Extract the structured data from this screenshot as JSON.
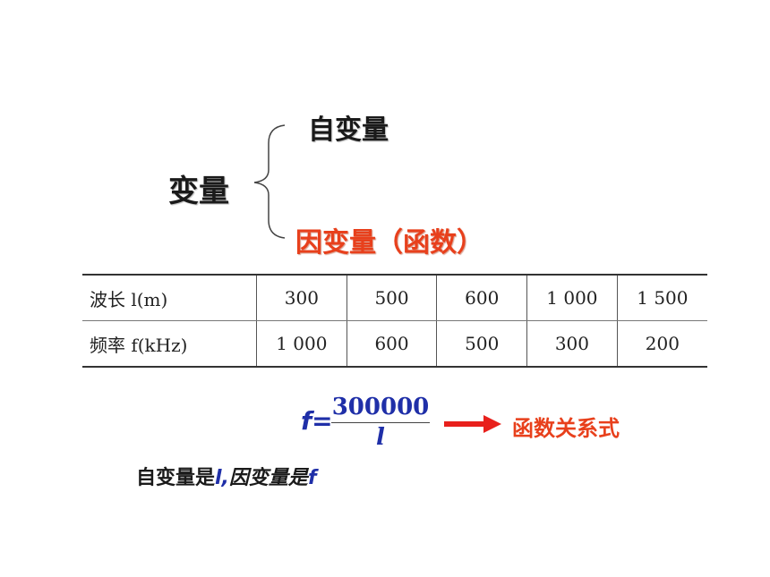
{
  "heading": {
    "variable": "变量",
    "independent": "自变量",
    "dependent": "因变量（函数）"
  },
  "table": {
    "rows": [
      {
        "label": "波长 l(m)",
        "values": [
          "300",
          "500",
          "600",
          "1 000",
          "1 500"
        ]
      },
      {
        "label": "频率 f(kHz)",
        "values": [
          "1 000",
          "600",
          "500",
          "300",
          "200"
        ]
      }
    ]
  },
  "formula": {
    "lhs": "f=",
    "numerator": "300000",
    "denominator": "l",
    "relation_label": "函数关系式"
  },
  "summary": {
    "part1": "自变量是",
    "indep_var": "l,",
    "part2": "因变量是",
    "dep_var": "f"
  },
  "colors": {
    "accent_red": "#e8401c",
    "formula_blue": "#1f2fa8"
  }
}
